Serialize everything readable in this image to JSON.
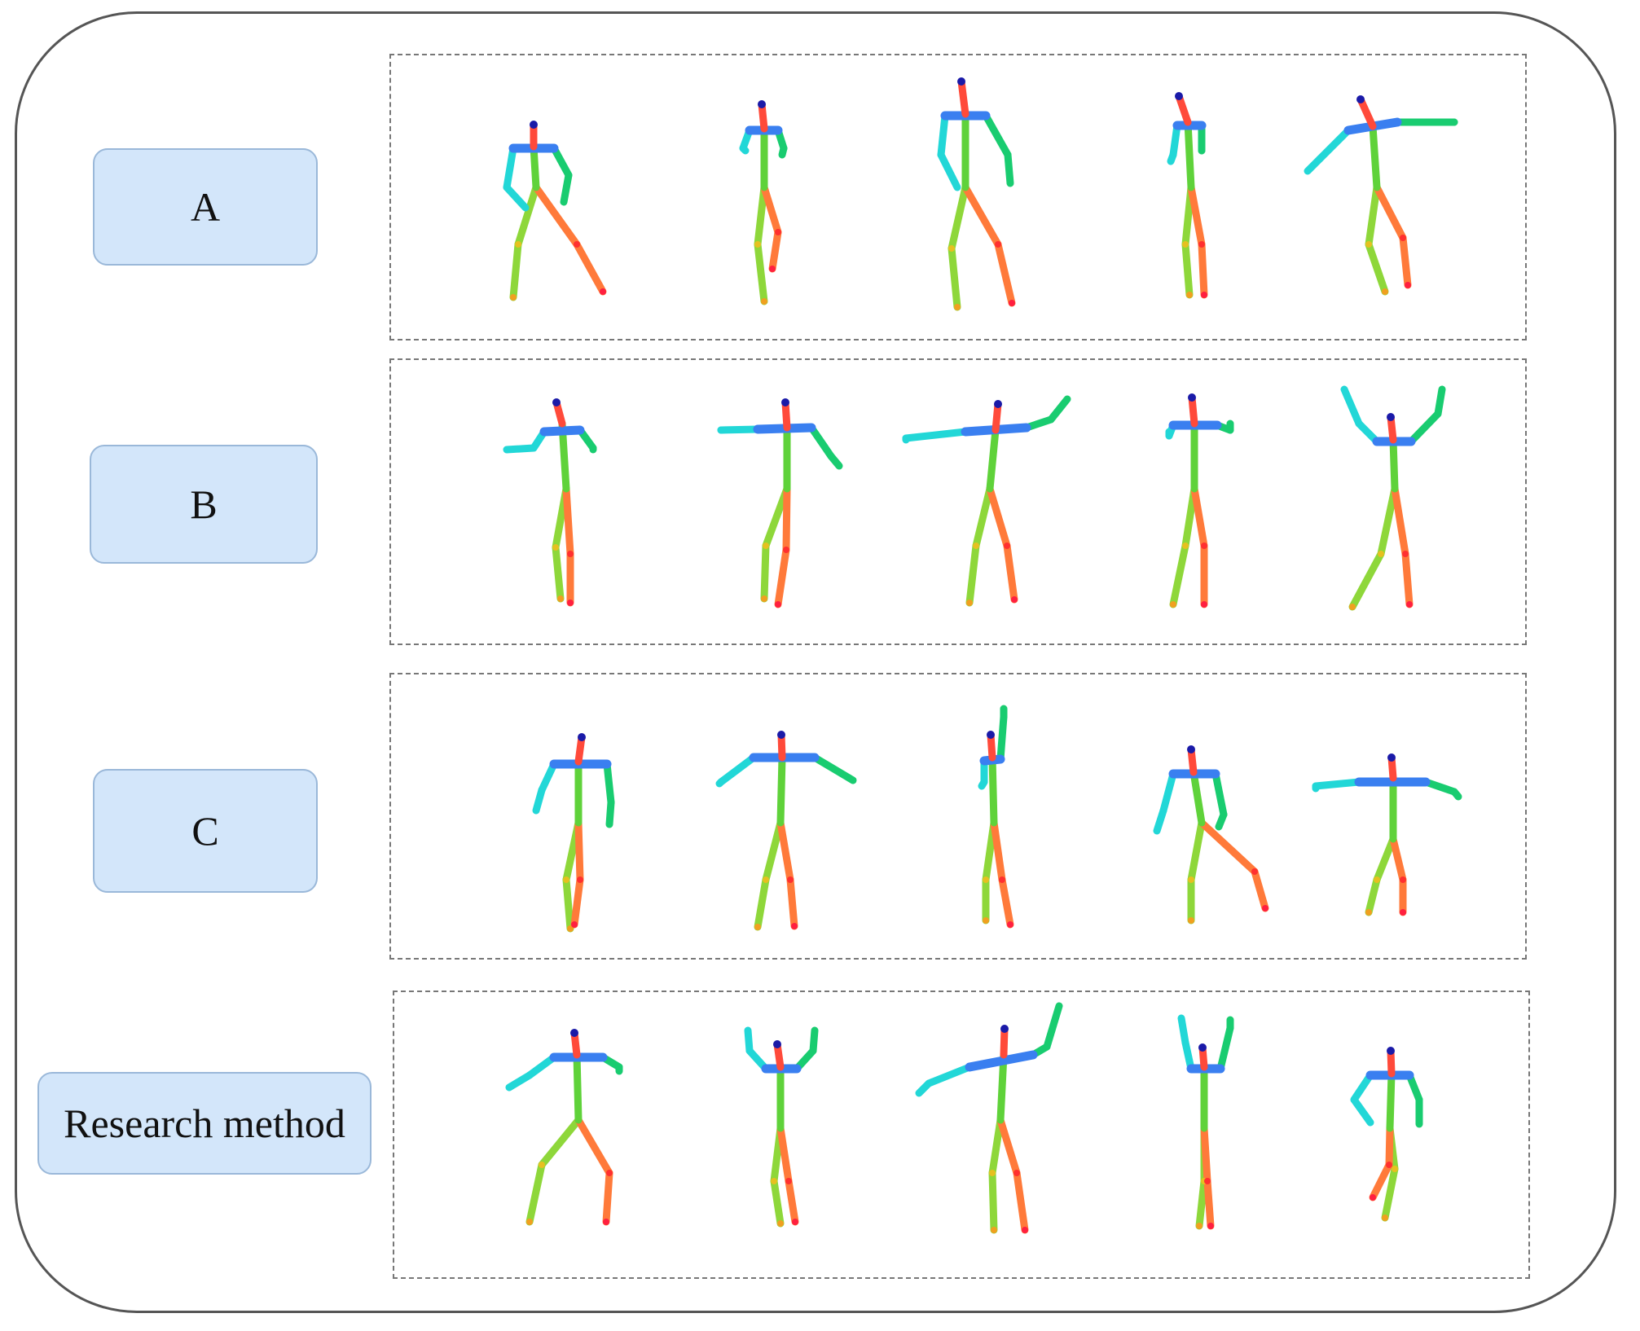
{
  "rows": [
    {
      "label": "A"
    },
    {
      "label": "B"
    },
    {
      "label": "C"
    },
    {
      "label": "Research method"
    }
  ],
  "colors": {
    "label_fill": "#d3e6fa",
    "label_border": "#9ab8d9",
    "head": "#1a1aa8",
    "neck": "#ff4a3a",
    "shoulders": "#3a7ff0",
    "left_arm": "#22d7d7",
    "right_arm": "#19cc70",
    "left_leg": "#8ed73a",
    "right_leg": "#ff7a3a"
  }
}
